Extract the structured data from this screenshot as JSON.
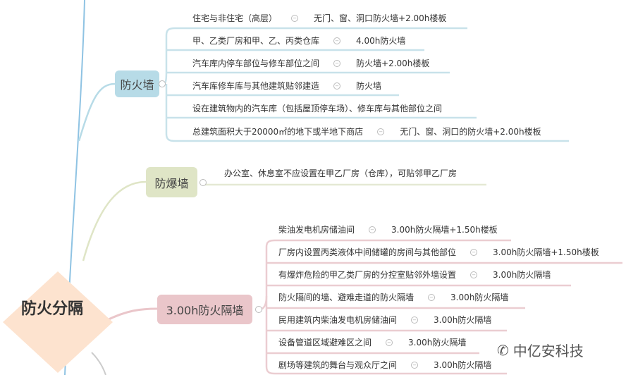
{
  "center": "防火分隔",
  "branches": [
    {
      "label": "防火墙",
      "color": "#b7dbe7",
      "items": [
        {
          "t": "住宅与非住宅（高层）",
          "v": "无门、窗、洞口防火墙+2.00h楼板"
        },
        {
          "t": "甲、乙类厂房和甲、乙、丙类仓库",
          "v": "4.00h防火墙"
        },
        {
          "t": "汽车库内停车部位与修车部位之间",
          "v": "防火墙+2.00h楼板"
        },
        {
          "t": "汽车库修车库与其他建筑贴邻建造",
          "v": "防火墙"
        },
        {
          "t": "设在建筑物内的汽车库（包括屋顶停车场）、修车库与其他部位之间",
          "v": null
        },
        {
          "t": "总建筑面积大于20000㎡的地下或半地下商店",
          "v": "无门、窗、洞口的防火墙+2.00h楼板"
        }
      ]
    },
    {
      "label": "防爆墙",
      "color": "#dfe5c6",
      "items": [
        {
          "t": "办公室、休息室不应设置在甲乙厂房（仓库），可贴邻甲乙厂房",
          "v": null
        }
      ]
    },
    {
      "label": "3.00h防火隔墙",
      "color": "#eac6ca",
      "items": [
        {
          "t": "柴油发电机房储油间",
          "v": "3.00h防火隔墙+1.50h楼板"
        },
        {
          "t": "厂房内设置丙类液体中间储罐的房间与其他部位",
          "v": "3.00h防火隔墙+1.50h楼板"
        },
        {
          "t": "有爆炸危险的甲乙类厂房的分控室贴邻外墙设置",
          "v": "3.00h防火隔墙"
        },
        {
          "t": "防火隔间的墙、避难走道的防火隔墙",
          "v": "3.00h防火隔墙"
        },
        {
          "t": "民用建筑内柴油发电机房储油间",
          "v": "3.00h防火隔墙"
        },
        {
          "t": "设备管道区域避难区之间",
          "v": "3.00h防火隔墙"
        },
        {
          "t": "剧场等建筑的舞台与观众厅之间",
          "v": "3.00h防火隔墙"
        }
      ]
    }
  ],
  "watermark": "中亿安科技"
}
